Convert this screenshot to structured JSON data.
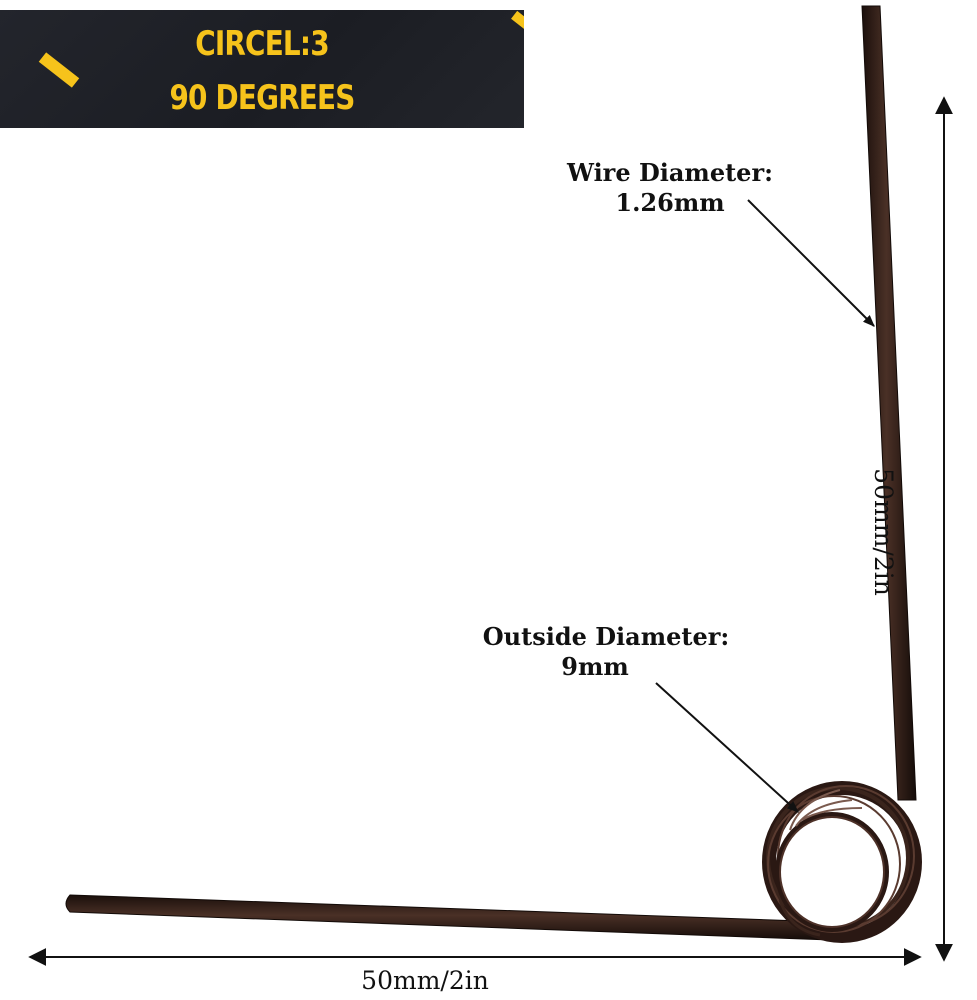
{
  "banner": {
    "line1": "CIRCEL:3",
    "line2": "90 DEGREES",
    "accent_color": "#f6c31b",
    "background_color": "#1f2127"
  },
  "annotations": {
    "wire_diameter_label": "Wire Diameter:",
    "wire_diameter_value": "1.26mm",
    "outside_diameter_label": "Outside Diameter:",
    "outside_diameter_value": "9mm",
    "height_dimension": "50mm/2in",
    "width_dimension": "50mm/2in"
  },
  "spring": {
    "coils": 3,
    "angle_degrees": 90,
    "color": "#2c1a14"
  }
}
